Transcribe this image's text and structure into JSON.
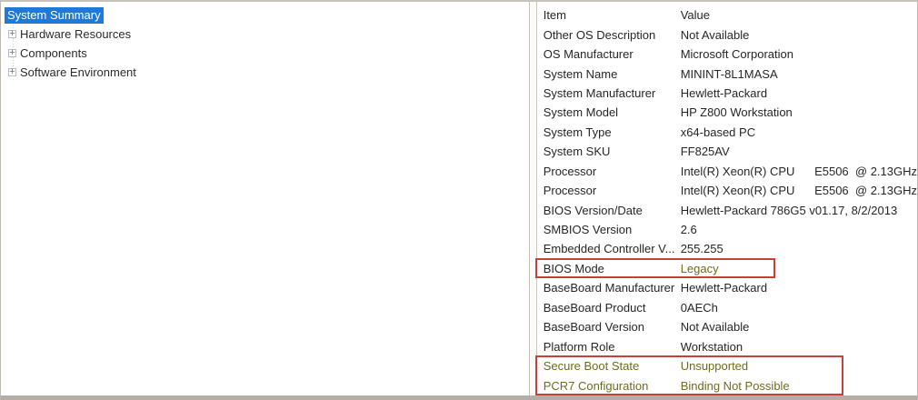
{
  "colors": {
    "selection_blue": "#1e7ad6",
    "warning_olive": "#6e6c1c",
    "annotation_red": "#c8403a"
  },
  "sidebar": {
    "items": [
      {
        "label": "System Summary",
        "selected": true,
        "expandable": false
      },
      {
        "label": "Hardware Resources",
        "selected": false,
        "expandable": true
      },
      {
        "label": "Components",
        "selected": false,
        "expandable": true
      },
      {
        "label": "Software Environment",
        "selected": false,
        "expandable": true
      }
    ],
    "expander_glyph": "+"
  },
  "table": {
    "columns": [
      "Item",
      "Value"
    ],
    "rows": [
      {
        "item": "Other OS Description",
        "value": "Not Available",
        "tone": "normal"
      },
      {
        "item": "OS Manufacturer",
        "value": "Microsoft Corporation",
        "tone": "normal"
      },
      {
        "item": "System Name",
        "value": "MININT-8L1MASA",
        "tone": "normal"
      },
      {
        "item": "System Manufacturer",
        "value": "Hewlett-Packard",
        "tone": "normal"
      },
      {
        "item": "System Model",
        "value": "HP Z800 Workstation",
        "tone": "normal"
      },
      {
        "item": "System Type",
        "value": "x64-based PC",
        "tone": "normal"
      },
      {
        "item": "System SKU",
        "value": "FF825AV",
        "tone": "normal"
      },
      {
        "item": "Processor",
        "value": "Intel(R) Xeon(R) CPU      E5506  @ 2.13GHz",
        "tone": "normal"
      },
      {
        "item": "Processor",
        "value": "Intel(R) Xeon(R) CPU      E5506  @ 2.13GHz",
        "tone": "normal"
      },
      {
        "item": "BIOS Version/Date",
        "value": "Hewlett-Packard 786G5 v01.17, 8/2/2013",
        "tone": "normal"
      },
      {
        "item": "SMBIOS Version",
        "value": "2.6",
        "tone": "normal"
      },
      {
        "item": "Embedded Controller V...",
        "value": "255.255",
        "tone": "normal"
      },
      {
        "item": "BIOS Mode",
        "value": "Legacy",
        "tone": "olive-value"
      },
      {
        "item": "BaseBoard Manufacturer",
        "value": "Hewlett-Packard",
        "tone": "normal"
      },
      {
        "item": "BaseBoard Product",
        "value": "0AECh",
        "tone": "normal"
      },
      {
        "item": "BaseBoard Version",
        "value": "Not Available",
        "tone": "normal"
      },
      {
        "item": "Platform Role",
        "value": "Workstation",
        "tone": "normal"
      },
      {
        "item": "Secure Boot State",
        "value": "Unsupported",
        "tone": "olive-both"
      },
      {
        "item": "PCR7 Configuration",
        "value": "Binding Not Possible",
        "tone": "olive-both"
      }
    ]
  },
  "annotations": [
    {
      "name": "bios-mode-box",
      "highlighted_rows": [
        "BIOS Mode"
      ]
    },
    {
      "name": "secure-boot-pcr7-box",
      "highlighted_rows": [
        "Secure Boot State",
        "PCR7 Configuration"
      ]
    }
  ]
}
